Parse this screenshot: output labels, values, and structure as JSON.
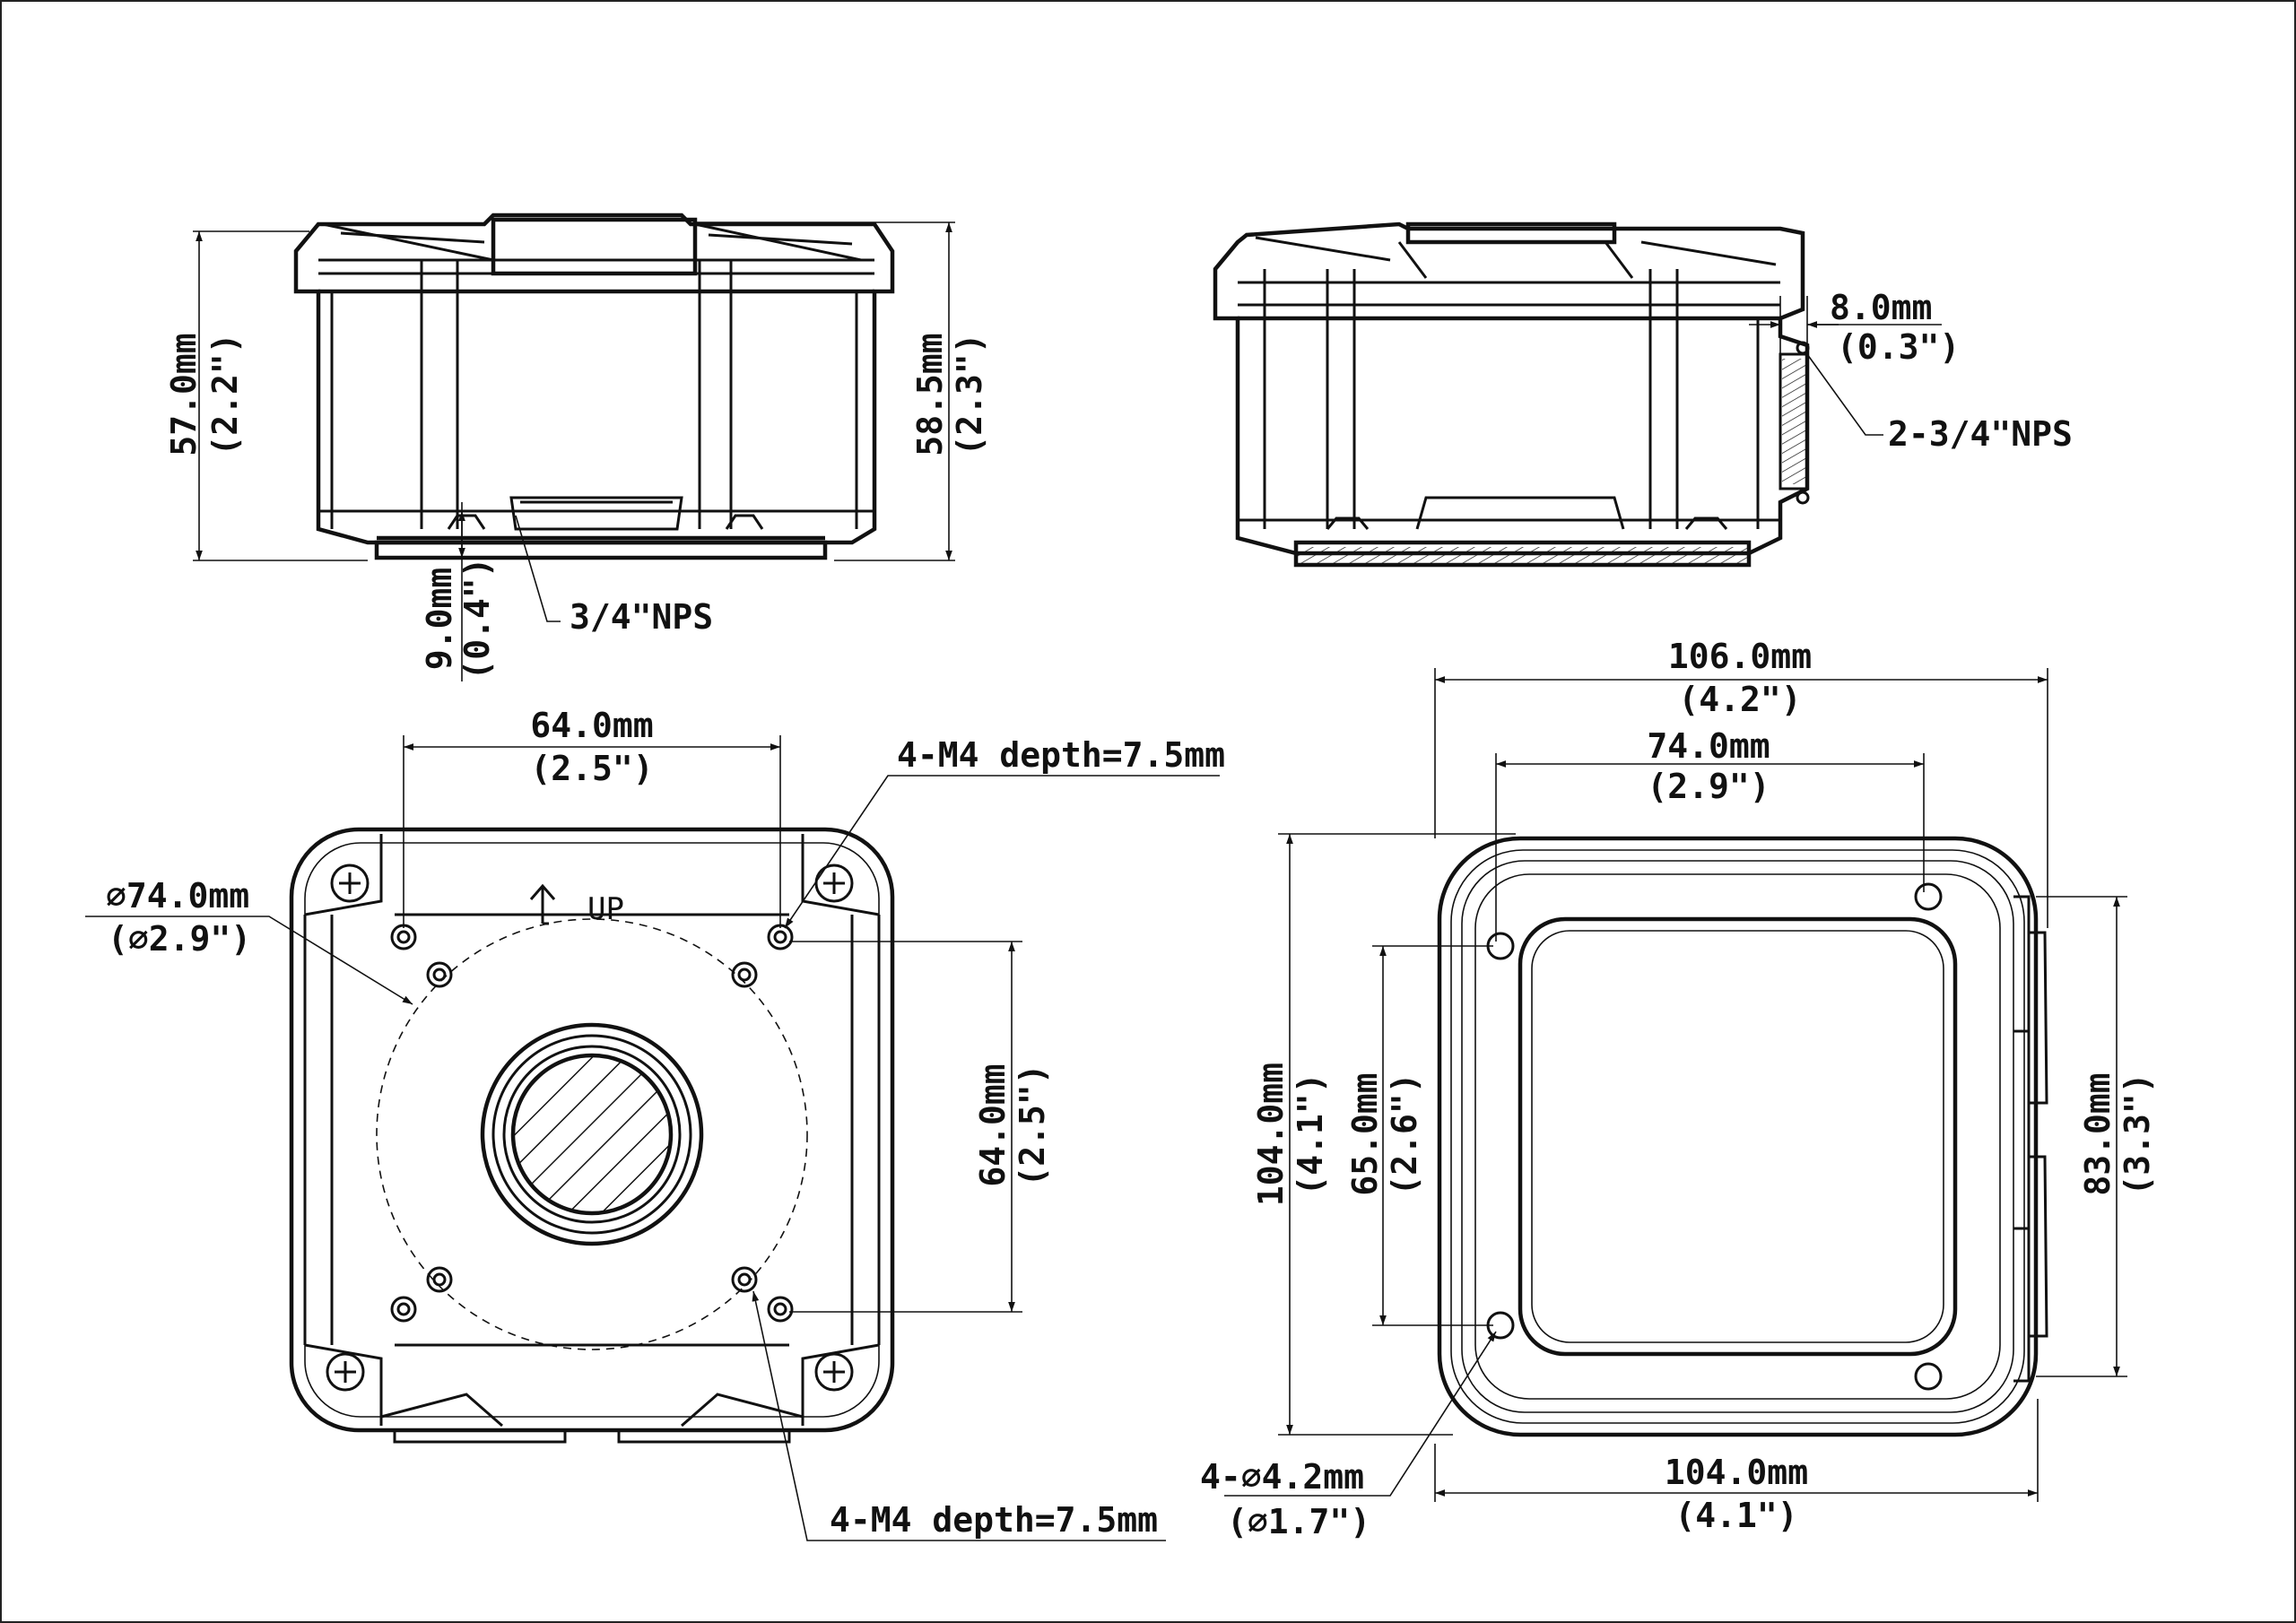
{
  "front_view": {
    "height_left": "57.0mm",
    "height_left_in": "(2.2\")",
    "height_right": "58.5mm",
    "height_right_in": "(2.3\")",
    "bottom_offset": "9.0mm",
    "bottom_offset_in": "(0.4\")",
    "thread_label": "3/4\"NPS"
  },
  "side_view": {
    "offset": "8.0mm",
    "offset_in": "(0.3\")",
    "thread_label": "2-3/4\"NPS"
  },
  "bottom_view": {
    "hole_spacing_h": "64.0mm",
    "hole_spacing_h_in": "(2.5\")",
    "hole_spacing_v": "64.0mm",
    "hole_spacing_v_in": "(2.5\")",
    "circle_diameter": "∅74.0mm",
    "circle_diameter_in": "(∅2.9\")",
    "screw_note_top": "4-M4 depth=7.5mm",
    "screw_note_bottom": "4-M4 depth=7.5mm",
    "orientation_label": "UP"
  },
  "top_view": {
    "overall_width": "106.0mm",
    "overall_width_in": "(4.2\")",
    "hole_spacing_h": "74.0mm",
    "hole_spacing_h_in": "(2.9\")",
    "overall_height": "104.0mm",
    "overall_height_in": "(4.1\")",
    "hole_spacing_v": "65.0mm",
    "hole_spacing_v_in": "(2.6\")",
    "right_height": "83.0mm",
    "right_height_in": "(3.3\")",
    "base_width": "104.0mm",
    "base_width_in": "(4.1\")",
    "hole_note": "4-∅4.2mm",
    "hole_note_in": "(∅1.7\")"
  }
}
